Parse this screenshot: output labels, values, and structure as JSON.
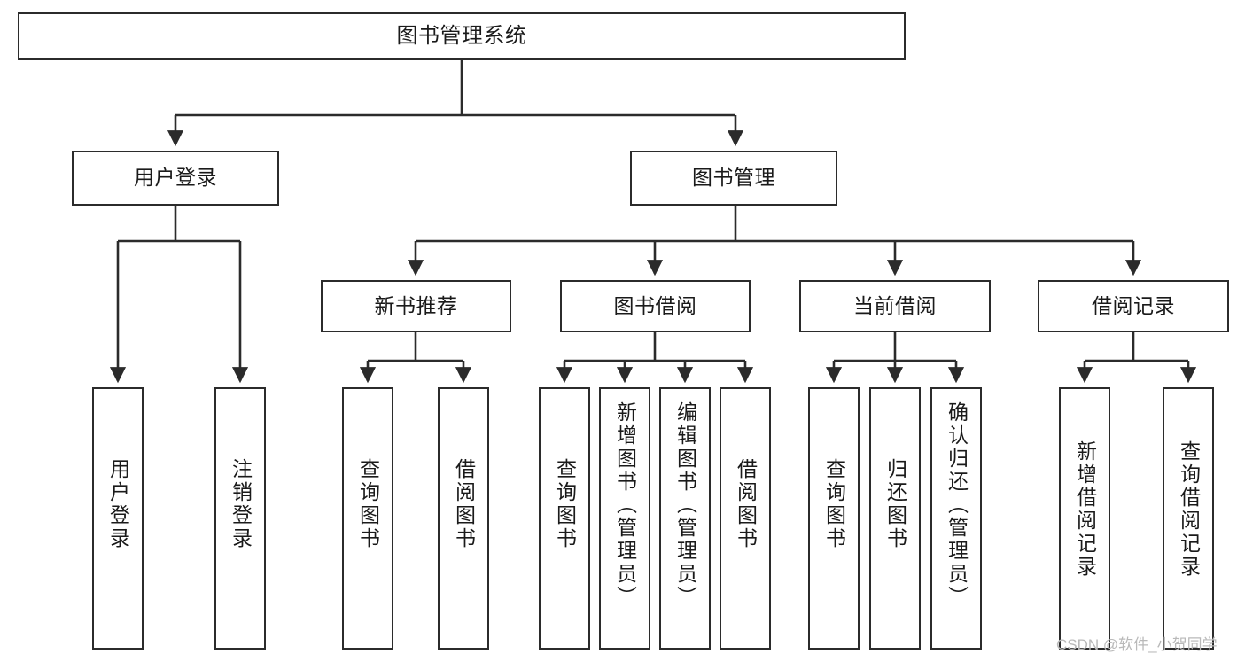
{
  "diagram": {
    "title": "图书管理系统",
    "type": "tree-hierarchy",
    "orientation": "top-down",
    "colors": {
      "stroke": "#2b2b2b",
      "fill": "#ffffff",
      "text": "#1a1a1a",
      "watermark": "#b9b9b9"
    }
  },
  "watermark": {
    "text": "CSDN @软件_小贺同学"
  },
  "nodes": {
    "root": {
      "label": "图书管理系统"
    },
    "level2": [
      {
        "id": "user-login",
        "label": "用户登录"
      },
      {
        "id": "book-manage",
        "label": "图书管理"
      }
    ],
    "level3": [
      {
        "id": "new-book-recommend",
        "label": "新书推荐"
      },
      {
        "id": "book-borrow",
        "label": "图书借阅"
      },
      {
        "id": "current-borrow",
        "label": "当前借阅"
      },
      {
        "id": "borrow-record",
        "label": "借阅记录"
      }
    ],
    "leaves": {
      "user_login": [
        {
          "id": "leaf-user-login",
          "label": "用户登录"
        },
        {
          "id": "leaf-logout-login",
          "label": "注销登录"
        }
      ],
      "new_book_recommend": [
        {
          "id": "leaf-query-book-1",
          "label": "查询图书"
        },
        {
          "id": "leaf-borrow-book-1",
          "label": "借阅图书"
        }
      ],
      "book_borrow": [
        {
          "id": "leaf-query-book-2",
          "label": "查询图书"
        },
        {
          "id": "leaf-add-book",
          "label": "新增图书（管理员）"
        },
        {
          "id": "leaf-edit-book",
          "label": "编辑图书（管理员）"
        },
        {
          "id": "leaf-borrow-book-2",
          "label": "借阅图书"
        }
      ],
      "current_borrow": [
        {
          "id": "leaf-query-book-3",
          "label": "查询图书"
        },
        {
          "id": "leaf-return-book",
          "label": "归还图书"
        },
        {
          "id": "leaf-confirm-return",
          "label": "确认归还（管理员）"
        }
      ],
      "borrow_record": [
        {
          "id": "leaf-add-record",
          "label": "新增借阅记录"
        },
        {
          "id": "leaf-query-record",
          "label": "查询借阅记录"
        }
      ]
    }
  }
}
